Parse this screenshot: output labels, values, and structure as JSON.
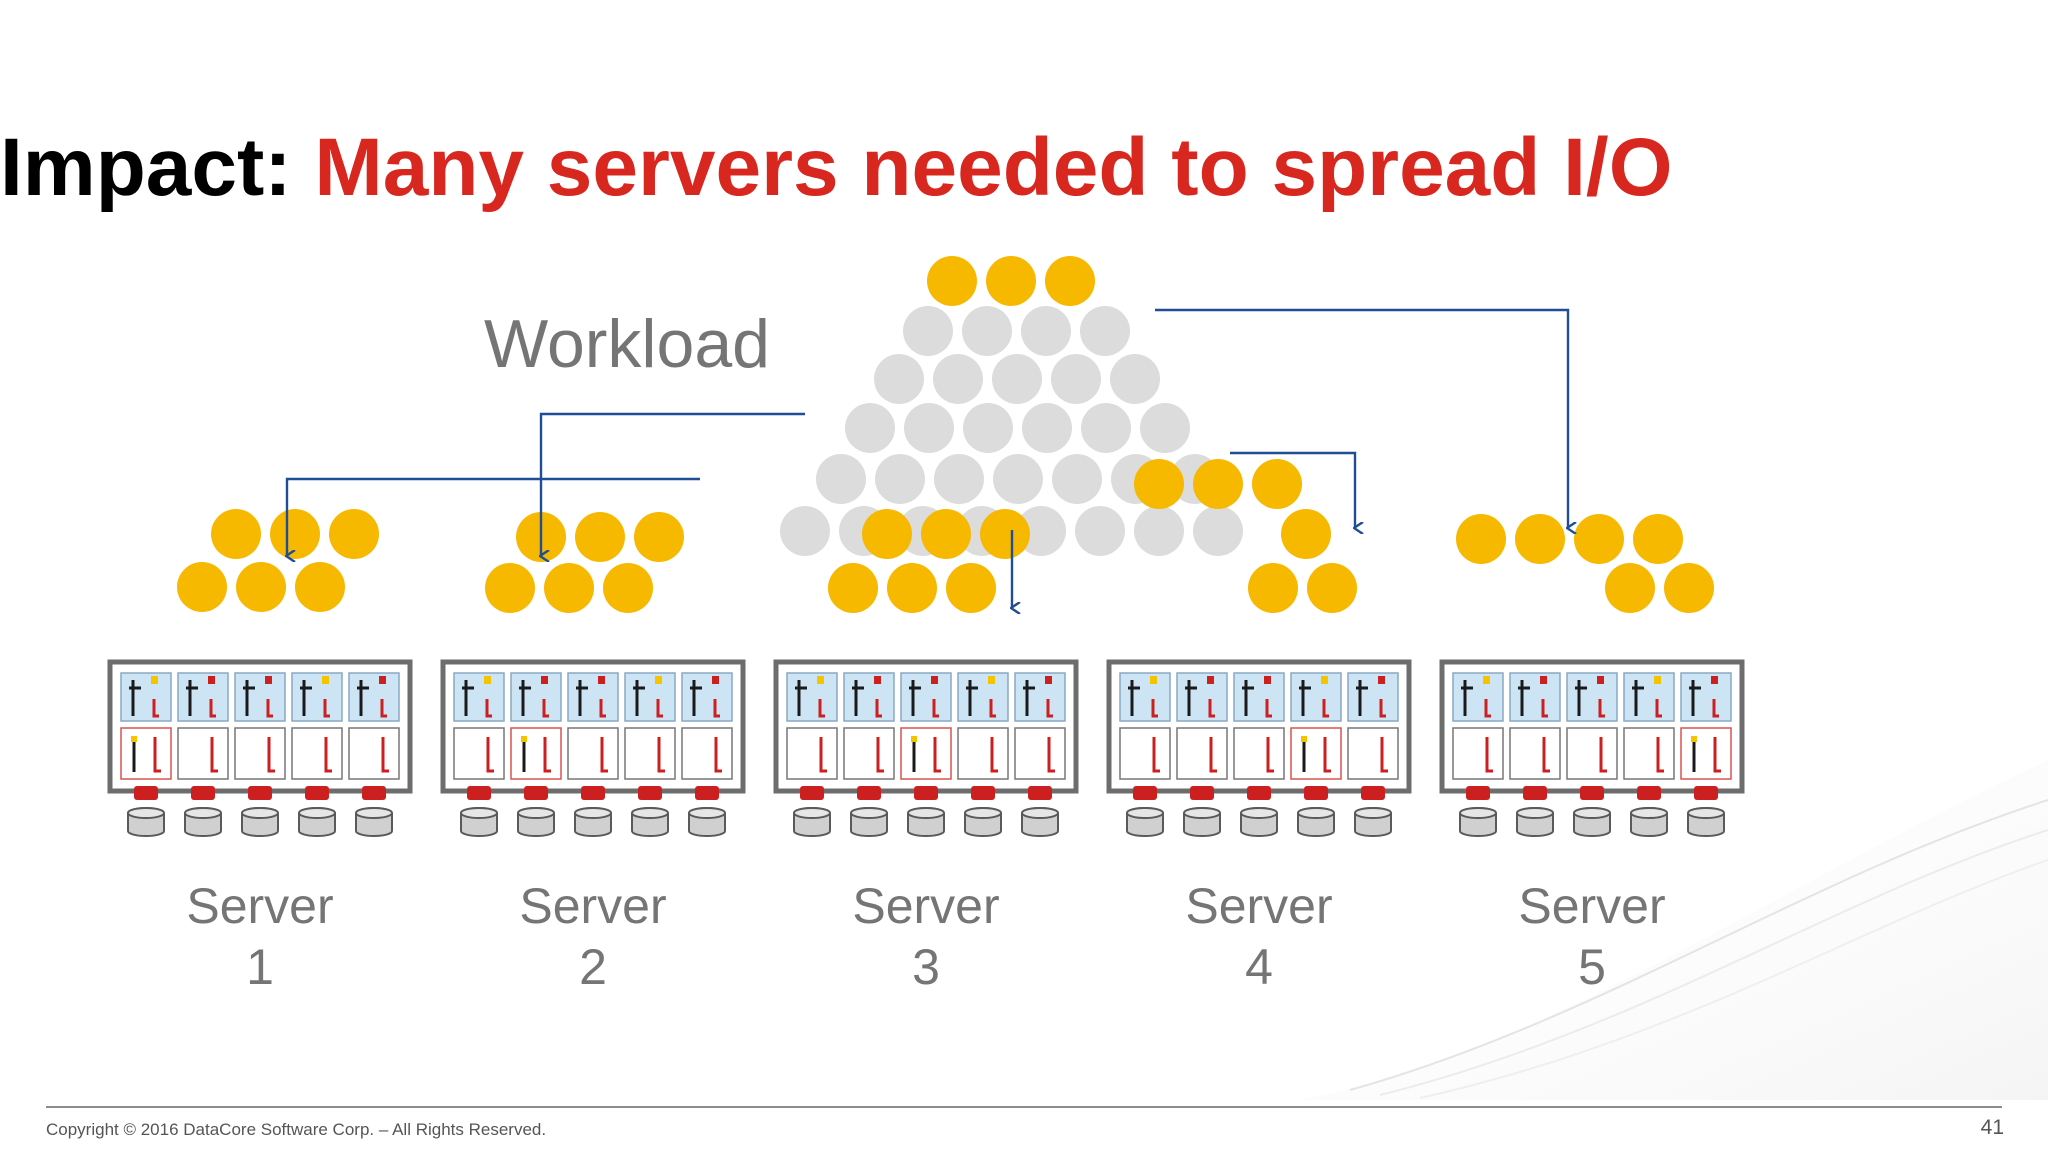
{
  "title": {
    "prefix": "Impact:",
    "main": "Many servers needed to spread I/O"
  },
  "workload_label": "Workload",
  "servers": [
    {
      "label": "Server",
      "number": "1"
    },
    {
      "label": "Server",
      "number": "2"
    },
    {
      "label": "Server",
      "number": "3"
    },
    {
      "label": "Server",
      "number": "4"
    },
    {
      "label": "Server",
      "number": "5"
    }
  ],
  "footer": {
    "copyright": "Copyright © 2016 DataCore Software Corp. – All Rights Reserved.",
    "page_number": "41"
  },
  "colors": {
    "title_prefix": "#000000",
    "title_accent": "#d7271f",
    "workload_dot": "#f7b800",
    "pending_dot": "#dcdcdc",
    "arrow": "#1f4e96",
    "server_frame": "#6d6d6d",
    "server_core": "#cde4f5",
    "disk_port": "#cc1f1f"
  }
}
